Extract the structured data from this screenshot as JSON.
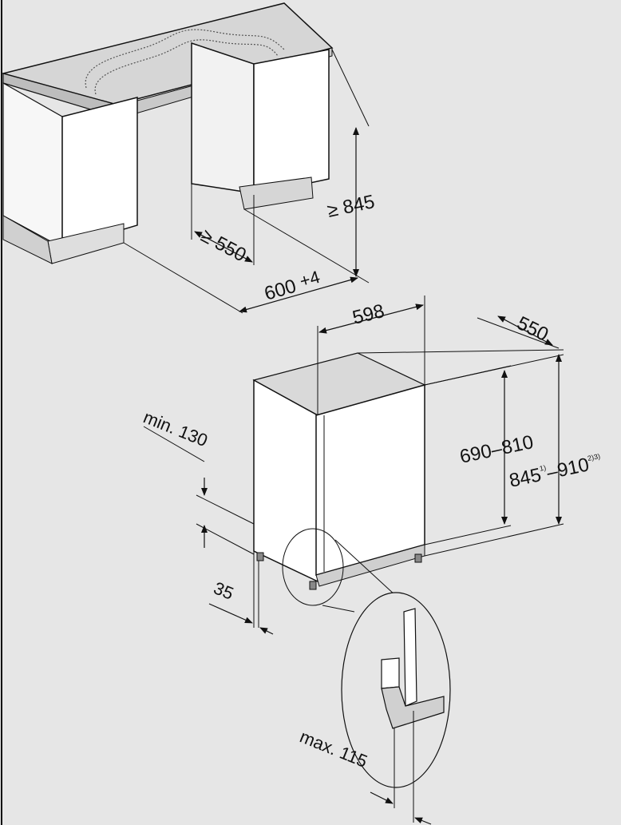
{
  "top_installation": {
    "min_height": "≥ 845",
    "min_depth": "≥ 550",
    "niche_width": "600",
    "niche_width_tolerance": "+4"
  },
  "appliance": {
    "width": "598",
    "depth": "550",
    "door_height_range": "690–810",
    "height_min": "845",
    "height_min_note": "1)",
    "height_max": "–910",
    "height_max_note": "2)3)",
    "min_gap_label": "min. 130",
    "foot_offset": "35",
    "max_plinth_label": "max. 115"
  }
}
